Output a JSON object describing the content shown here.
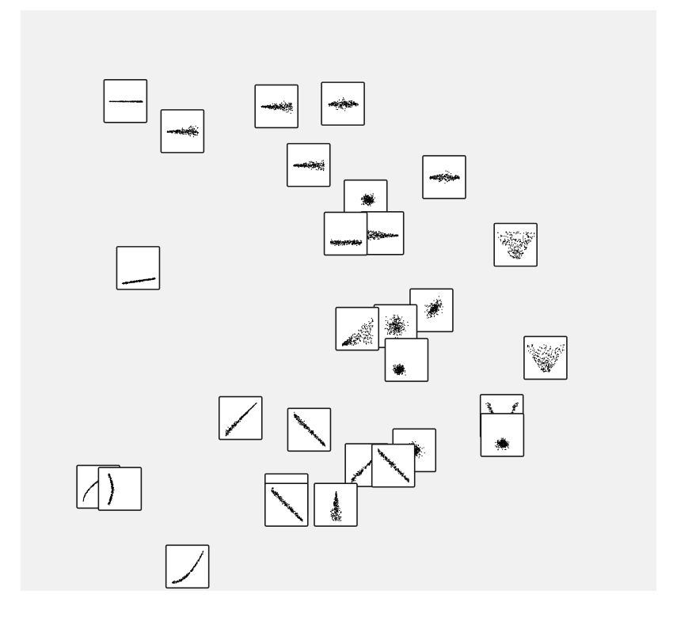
{
  "colors": {
    "plot_background": "#f1f1f1",
    "page_background": "#ffffff",
    "glyph_border": "#1a1a1a",
    "glyph_fill": "#ffffff",
    "point_color": "#000000"
  },
  "chart_data": {
    "type": "scatter",
    "title": "",
    "xlabel": "",
    "ylabel": "",
    "grid": false,
    "legend": "none",
    "axes_visible": false,
    "xlim": [
      0,
      100
    ],
    "ylim": [
      0,
      100
    ],
    "glyph": "scatterplot-thumbnail",
    "points": [
      {
        "x": 11.5,
        "y": 90.6,
        "pattern": "horizontal-thin-line"
      },
      {
        "x": 21.8,
        "y": 84.9,
        "pattern": "horizontal-wedge-left"
      },
      {
        "x": 38.8,
        "y": 89.6,
        "pattern": "horizontal-wedge-left"
      },
      {
        "x": 50.8,
        "y": 90.1,
        "pattern": "horizontal-diamond"
      },
      {
        "x": 44.6,
        "y": 78.5,
        "pattern": "horizontal-wedge-left"
      },
      {
        "x": 69.1,
        "y": 76.2,
        "pattern": "horizontal-diamond"
      },
      {
        "x": 54.9,
        "y": 71.6,
        "pattern": "sparse-cluster-top"
      },
      {
        "x": 57.9,
        "y": 65.6,
        "pattern": "horizontal-wedge-right"
      },
      {
        "x": 51.3,
        "y": 65.5,
        "pattern": "horizontal-band-bottom"
      },
      {
        "x": 82.0,
        "y": 63.4,
        "pattern": "inverted-triangle"
      },
      {
        "x": 13.8,
        "y": 59.0,
        "pattern": "thin-line-rising"
      },
      {
        "x": 66.8,
        "y": 51.0,
        "pattern": "dense-blob-rising"
      },
      {
        "x": 60.3,
        "y": 48.0,
        "pattern": "diffuse-cloud"
      },
      {
        "x": 53.4,
        "y": 47.5,
        "pattern": "triangle-rising"
      },
      {
        "x": 62.3,
        "y": 41.6,
        "pattern": "cluster-bottom-left"
      },
      {
        "x": 87.4,
        "y": 42.0,
        "pattern": "inverted-triangle"
      },
      {
        "x": 79.5,
        "y": 31.0,
        "pattern": "v-shape"
      },
      {
        "x": 79.6,
        "y": 27.4,
        "pattern": "cluster-bottom-center"
      },
      {
        "x": 32.3,
        "y": 30.6,
        "pattern": "diagonal-rising"
      },
      {
        "x": 44.7,
        "y": 28.4,
        "pattern": "diagonal-falling"
      },
      {
        "x": 63.7,
        "y": 24.5,
        "pattern": "dense-blob"
      },
      {
        "x": 55.1,
        "y": 21.7,
        "pattern": "diagonal-rising"
      },
      {
        "x": 59.9,
        "y": 21.6,
        "pattern": "diagonal-falling"
      },
      {
        "x": 6.6,
        "y": 17.6,
        "pattern": "thin-curve-rising"
      },
      {
        "x": 10.5,
        "y": 17.2,
        "pattern": "thin-vertical-curve"
      },
      {
        "x": 40.6,
        "y": 16.0,
        "pattern": "cluster-bottom-center"
      },
      {
        "x": 40.6,
        "y": 14.2,
        "pattern": "diagonal-falling"
      },
      {
        "x": 49.5,
        "y": 14.2,
        "pattern": "triangle-up"
      },
      {
        "x": 22.7,
        "y": 2.5,
        "pattern": "curve-rising"
      }
    ]
  }
}
